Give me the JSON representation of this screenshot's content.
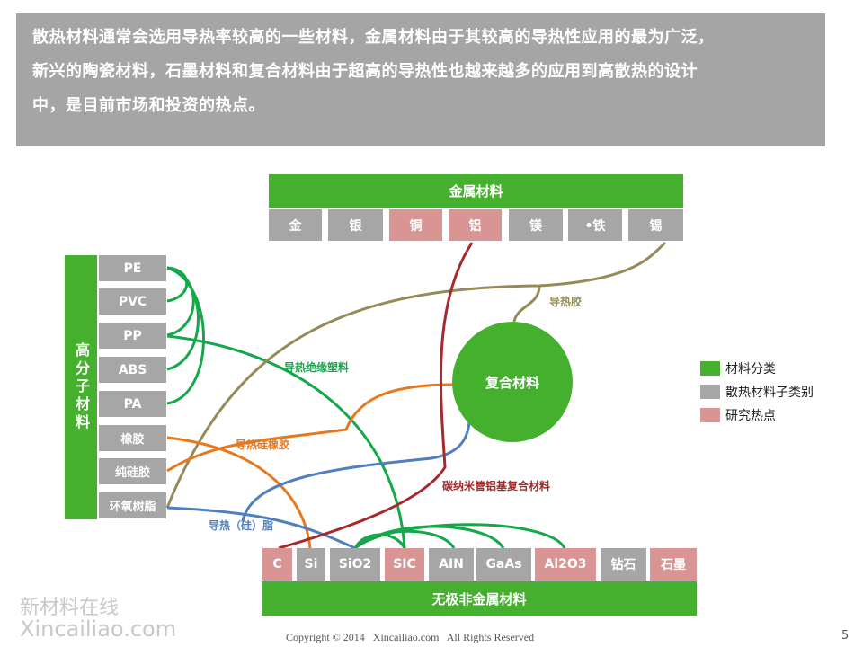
{
  "intro": {
    "lines": [
      "散热材料通常会选用导热率较高的一些材料，金属材料由于其较高的导热性应用的最为广泛，",
      "新兴的陶瓷材料，石墨材料和复合材料由于超高的导热性也越来越多的应用到高散热的设计",
      "中，是目前市场和投资的热点。"
    ]
  },
  "metal": {
    "title": "金属材料",
    "items": [
      {
        "label": "金",
        "type": "sub"
      },
      {
        "label": "银",
        "type": "sub"
      },
      {
        "label": "铜",
        "type": "hot"
      },
      {
        "label": "铝",
        "type": "hot"
      },
      {
        "label": "镁",
        "type": "sub"
      },
      {
        "label": "•铁",
        "type": "sub"
      },
      {
        "label": "锡",
        "type": "sub"
      }
    ]
  },
  "polymer": {
    "title": "高分子材料",
    "items": [
      "PE",
      "PVC",
      "PP",
      "ABS",
      "PA",
      "橡胶",
      "纯硅胶",
      "环氧树脂"
    ]
  },
  "inorganic": {
    "title": "无极非金属材料",
    "items": [
      {
        "label": "C",
        "type": "hot"
      },
      {
        "label": "Si",
        "type": "sub"
      },
      {
        "label": "SiO2",
        "type": "sub"
      },
      {
        "label": "SIC",
        "type": "hot"
      },
      {
        "label": "AIN",
        "type": "sub"
      },
      {
        "label": "GaAs",
        "type": "sub"
      },
      {
        "label": "Al2O3",
        "type": "hot"
      },
      {
        "label": "钻石",
        "type": "sub"
      },
      {
        "label": "石墨",
        "type": "hot"
      }
    ]
  },
  "composite": {
    "title": "复合材料"
  },
  "links": {
    "thermal_glue": "导热胶",
    "insulating_plastic": "导热绝缘塑料",
    "silicone_rubber": "导热硅橡胶",
    "grease": "导热（硅）脂",
    "cnt_al": "碳纳米管铝基复合材料"
  },
  "legend": [
    {
      "label": "材料分类",
      "color": "#45b02e"
    },
    {
      "label": "散热材料子类别",
      "color": "#a6a6a6"
    },
    {
      "label": "研究热点",
      "color": "#d99594"
    }
  ],
  "watermark": {
    "cn": "新材料在线",
    "en": "Xincailiao.com"
  },
  "footer": {
    "copyright": "Copyright © 2014   Xincailiao.com   All Rights Reserved",
    "page": "5"
  }
}
